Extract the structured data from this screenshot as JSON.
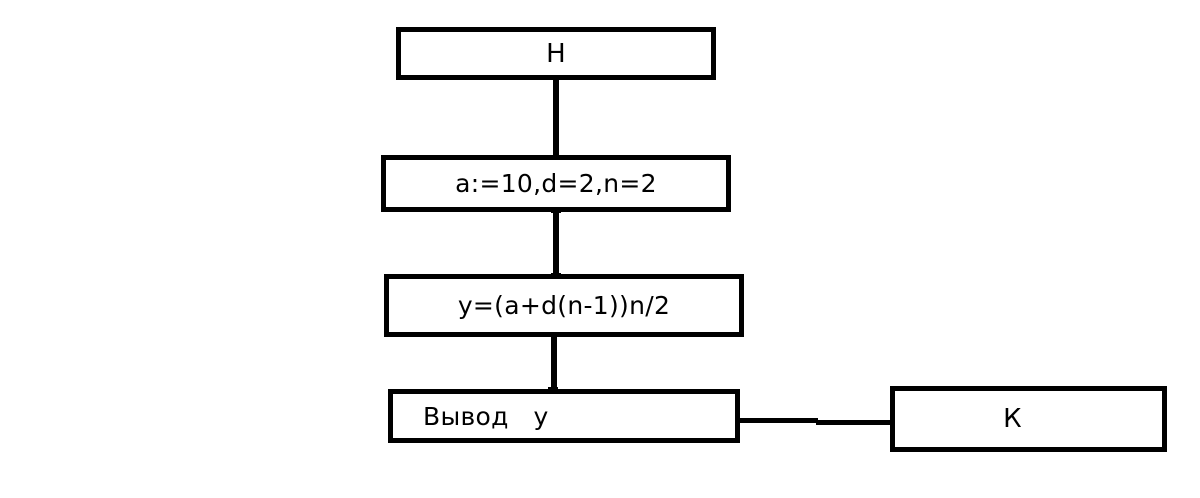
{
  "diagram": {
    "title": "Flowchart: arithmetic progression sum",
    "background_color": "#ffffff",
    "stroke_color": "#000000",
    "nodes": [
      {
        "id": "start",
        "label": "Н",
        "shape": "rectangle",
        "align": "center"
      },
      {
        "id": "init",
        "label": "a:=10,d=2,n=2",
        "shape": "rectangle",
        "align": "center"
      },
      {
        "id": "formula",
        "label": "y=(a+d(n-1))n/2",
        "shape": "rectangle",
        "align": "center"
      },
      {
        "id": "output",
        "label": "Вывод   y",
        "shape": "rectangle",
        "align": "left"
      },
      {
        "id": "end",
        "label": "К",
        "shape": "rectangle",
        "align": "center"
      }
    ],
    "edges": [
      {
        "from": "start",
        "to": "init",
        "orientation": "vertical"
      },
      {
        "from": "init",
        "to": "formula",
        "orientation": "vertical"
      },
      {
        "from": "formula",
        "to": "output",
        "orientation": "vertical"
      },
      {
        "from": "output",
        "to": "end",
        "orientation": "horizontal"
      }
    ]
  }
}
